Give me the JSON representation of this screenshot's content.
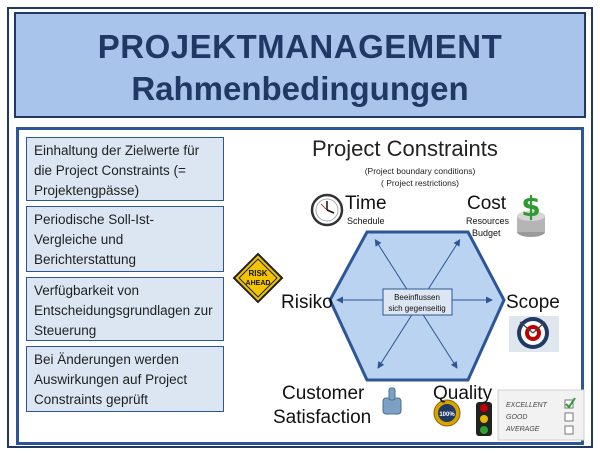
{
  "header": {
    "line1": "PROJEKTMANAGEMENT",
    "line2": "Rahmenbedingungen"
  },
  "left_boxes": [
    "Einhaltung der Zielwerte für die Project Constraints (= Projektengpässe)",
    "Periodische Soll-Ist-Vergleiche und Berichterstattung",
    "Verfügbarkeit von Entscheidungsgrundlagen zur Steuerung",
    "Bei Änderungen werden Auswirkungen auf Project Constraints geprüft"
  ],
  "diagram": {
    "title": "Project Constraints",
    "subtitle1": "(Project boundary conditions)",
    "subtitle2": "( Project restrictions)",
    "time": "Time",
    "schedule": "Schedule",
    "cost": "Cost",
    "resources": "Resources",
    "budget": "Budget",
    "risiko": "Risiko",
    "scope": "Scope",
    "customer": "Customer",
    "satisfaction": "Satisfaction",
    "quality": "Quality",
    "center1": "Beeinflussen",
    "center2": "sich gegenseitig",
    "risk_sign1": "RISK",
    "risk_sign2": "AHEAD",
    "badge": "100%",
    "excellent": "EXCELLENT",
    "good": "GOOD",
    "average": "AVERAGE"
  },
  "colors": {
    "header_bg": "#a9c4eb",
    "navy": "#1f3864",
    "box_bg": "#dce6f2",
    "hexagon_fill": "#b9d3f0",
    "border_blue": "#2e5597"
  }
}
